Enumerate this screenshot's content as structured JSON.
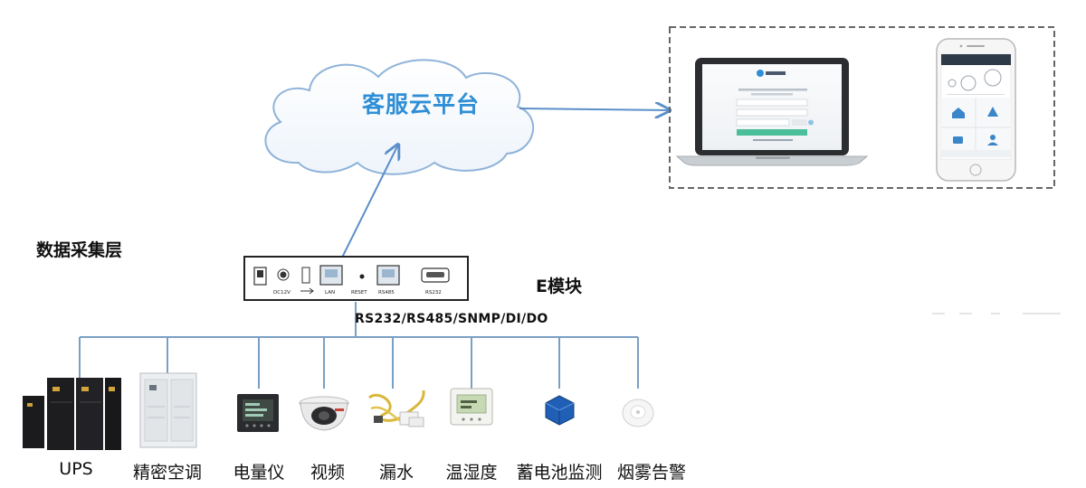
{
  "cloud": {
    "label": "客服云平台"
  },
  "layer_label": "数据采集层",
  "module": {
    "label": "E模块",
    "ports": [
      "DC12V",
      "LAN",
      "RESET",
      "RS485",
      "RS232"
    ]
  },
  "protocol_label": "RS232/RS485/SNMP/DI/DO",
  "devices": [
    {
      "label": "UPS"
    },
    {
      "label": "精密空调"
    },
    {
      "label": "电量仪"
    },
    {
      "label": "视频"
    },
    {
      "label": "漏水"
    },
    {
      "label": "温湿度"
    },
    {
      "label": "蓄电池监测"
    },
    {
      "label": "烟雾告警"
    }
  ],
  "colors": {
    "accent": "#2f8fd6",
    "line": "#7a9fc4",
    "arrow": "#5b8fc9"
  }
}
